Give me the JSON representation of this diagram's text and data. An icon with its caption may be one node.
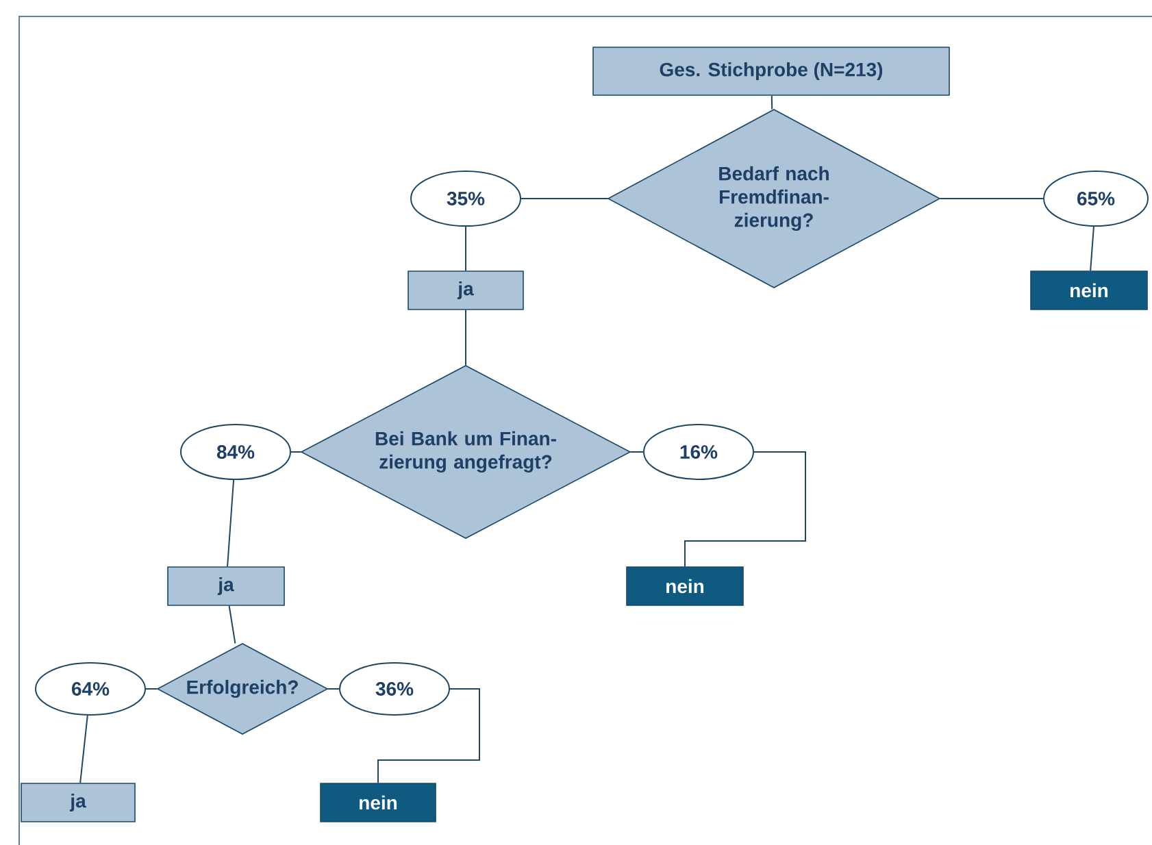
{
  "diagram": {
    "nodes": [
      {
        "text": [
          "Ges. Stichprobe (N=213)"
        ]
      },
      {
        "text": [
          "Bedarf nach Fremdfinan- zierung?"
        ]
      },
      {
        "text": [
          "35%"
        ]
      },
      {
        "text": [
          "65%"
        ]
      },
      {
        "text": [
          "ja"
        ]
      },
      {
        "text": [
          "nein"
        ]
      },
      {
        "text": [
          "Bei Bank um Finan- zierung angefragt?"
        ]
      },
      {
        "text": [
          "84%"
        ]
      },
      {
        "text": [
          "16%"
        ]
      },
      {
        "text": [
          "nein"
        ]
      },
      {
        "text": [
          "ja"
        ]
      },
      {
        "text": [
          "Erfolgreich?"
        ]
      },
      {
        "text": [
          "64%"
        ]
      },
      {
        "text": [
          "36%"
        ]
      },
      {
        "text": [
          "ja"
        ]
      },
      {
        "text": [
          "nein"
        ]
      }
    ],
    "edges": [
      {
        "from": 0,
        "to": 1,
        "arrow": "none"
      },
      {
        "from": 1,
        "to": 2,
        "arrow": "none"
      },
      {
        "from": 1,
        "to": 3,
        "arrow": "none"
      },
      {
        "from": 2,
        "to": 4,
        "arrow": "none"
      },
      {
        "from": 3,
        "to": 5,
        "arrow": "none"
      },
      {
        "from": 4,
        "to": 6,
        "arrow": "none"
      },
      {
        "from": 6,
        "to": 7,
        "arrow": "none"
      },
      {
        "from": 6,
        "to": 8,
        "arrow": "none"
      },
      {
        "from": 8,
        "to": 9,
        "arrow": "none"
      },
      {
        "from": 7,
        "to": 10,
        "arrow": "none"
      },
      {
        "from": 10,
        "to": 11,
        "arrow": "none"
      },
      {
        "from": 11,
        "to": 12,
        "arrow": "none"
      },
      {
        "from": 11,
        "to": 13,
        "arrow": "none"
      },
      {
        "from": 13,
        "to": 15,
        "arrow": "none"
      },
      {
        "from": 12,
        "to": 14,
        "arrow": "none"
      }
    ]
  }
}
